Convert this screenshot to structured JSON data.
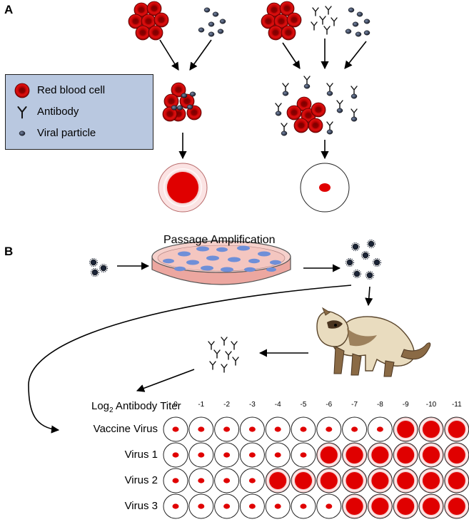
{
  "panels": {
    "a": "A",
    "b": "B"
  },
  "legend": {
    "items": [
      {
        "symbol": "red-blood-cell-icon",
        "label": "Red blood cell"
      },
      {
        "symbol": "antibody-icon",
        "label": "Antibody"
      },
      {
        "symbol": "viral-particle-icon",
        "label": "Viral particle"
      }
    ]
  },
  "panel_b": {
    "title": "Passage Amplification",
    "titer_label_prefix": "Log",
    "titer_label_sub": "2",
    "titer_label_suffix": " Antibody Titer",
    "dilutions": [
      "0",
      "-1",
      "-2",
      "-3",
      "-4",
      "-5",
      "-6",
      "-7",
      "-8",
      "-9",
      "-10",
      "-11"
    ],
    "rows": [
      {
        "label": "Vaccine Virus",
        "agglutinated": [
          false,
          false,
          false,
          false,
          false,
          false,
          false,
          false,
          false,
          true,
          true,
          true
        ]
      },
      {
        "label": "Virus 1",
        "agglutinated": [
          false,
          false,
          false,
          false,
          false,
          false,
          true,
          true,
          true,
          true,
          true,
          true
        ]
      },
      {
        "label": "Virus 2",
        "agglutinated": [
          false,
          false,
          false,
          false,
          true,
          true,
          true,
          true,
          true,
          true,
          true,
          true
        ]
      },
      {
        "label": "Virus 3",
        "agglutinated": [
          false,
          false,
          false,
          false,
          false,
          false,
          false,
          true,
          true,
          true,
          true,
          true
        ]
      }
    ]
  },
  "colors": {
    "red_cell": "#d00000",
    "halo": "#f0a8a8",
    "legend_bg": "#b9c8e0",
    "dish": "#f4c6c0",
    "cell_blue": "#6f8fd8",
    "ferret_fur": "#e9dcbf",
    "ferret_dark": "#8a6a45"
  }
}
